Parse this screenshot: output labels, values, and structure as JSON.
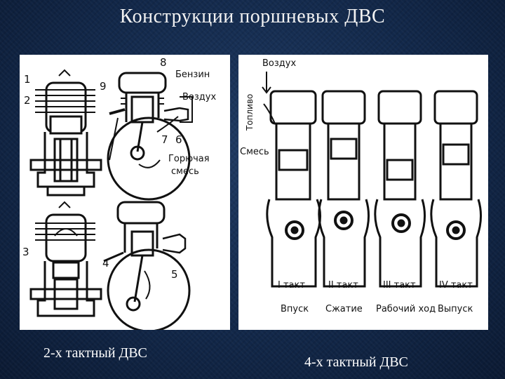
{
  "title": "Конструкции поршневых ДВС",
  "left_diagram": {
    "numbers": [
      "1",
      "2",
      "3",
      "4",
      "5",
      "6",
      "7",
      "8",
      "9"
    ],
    "label_fuel": "Бензин",
    "label_air": "Воздух",
    "label_mix_1": "Горючая",
    "label_mix_2": "смесь"
  },
  "right_diagram": {
    "label_air": "Воздух",
    "label_fuel_vertical": "Топливо",
    "label_mixture": "Смесь",
    "strokes": [
      {
        "number": "I такт",
        "name": "Впуск"
      },
      {
        "number": "II такт",
        "name": "Сжатие"
      },
      {
        "number": "III такт",
        "name": "Рабочий ход"
      },
      {
        "number": "IV такт",
        "name": "Выпуск"
      }
    ]
  },
  "caption_left": "2-х тактный ДВС",
  "caption_right": "4-х тактный ДВС"
}
